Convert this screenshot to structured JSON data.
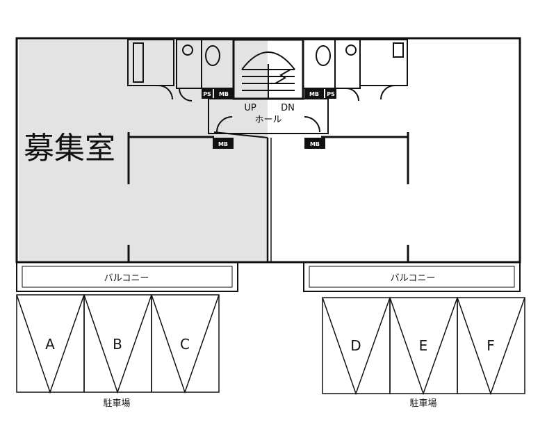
{
  "vacancy_label": "募集室",
  "hall": {
    "up": "UP",
    "dn": "DN",
    "name": "ホール"
  },
  "balconies": [
    {
      "label": "バルコニー"
    },
    {
      "label": "バルコニー"
    }
  ],
  "parking": [
    {
      "label": "駐車場",
      "spaces": [
        "A",
        "B",
        "C"
      ]
    },
    {
      "label": "駐車場",
      "spaces": [
        "D",
        "E",
        "F"
      ]
    }
  ],
  "shafts": {
    "ps": "PS",
    "mb": "MB"
  },
  "colors": {
    "vacant_fill": "#e3e3e3",
    "line": "#111111"
  }
}
